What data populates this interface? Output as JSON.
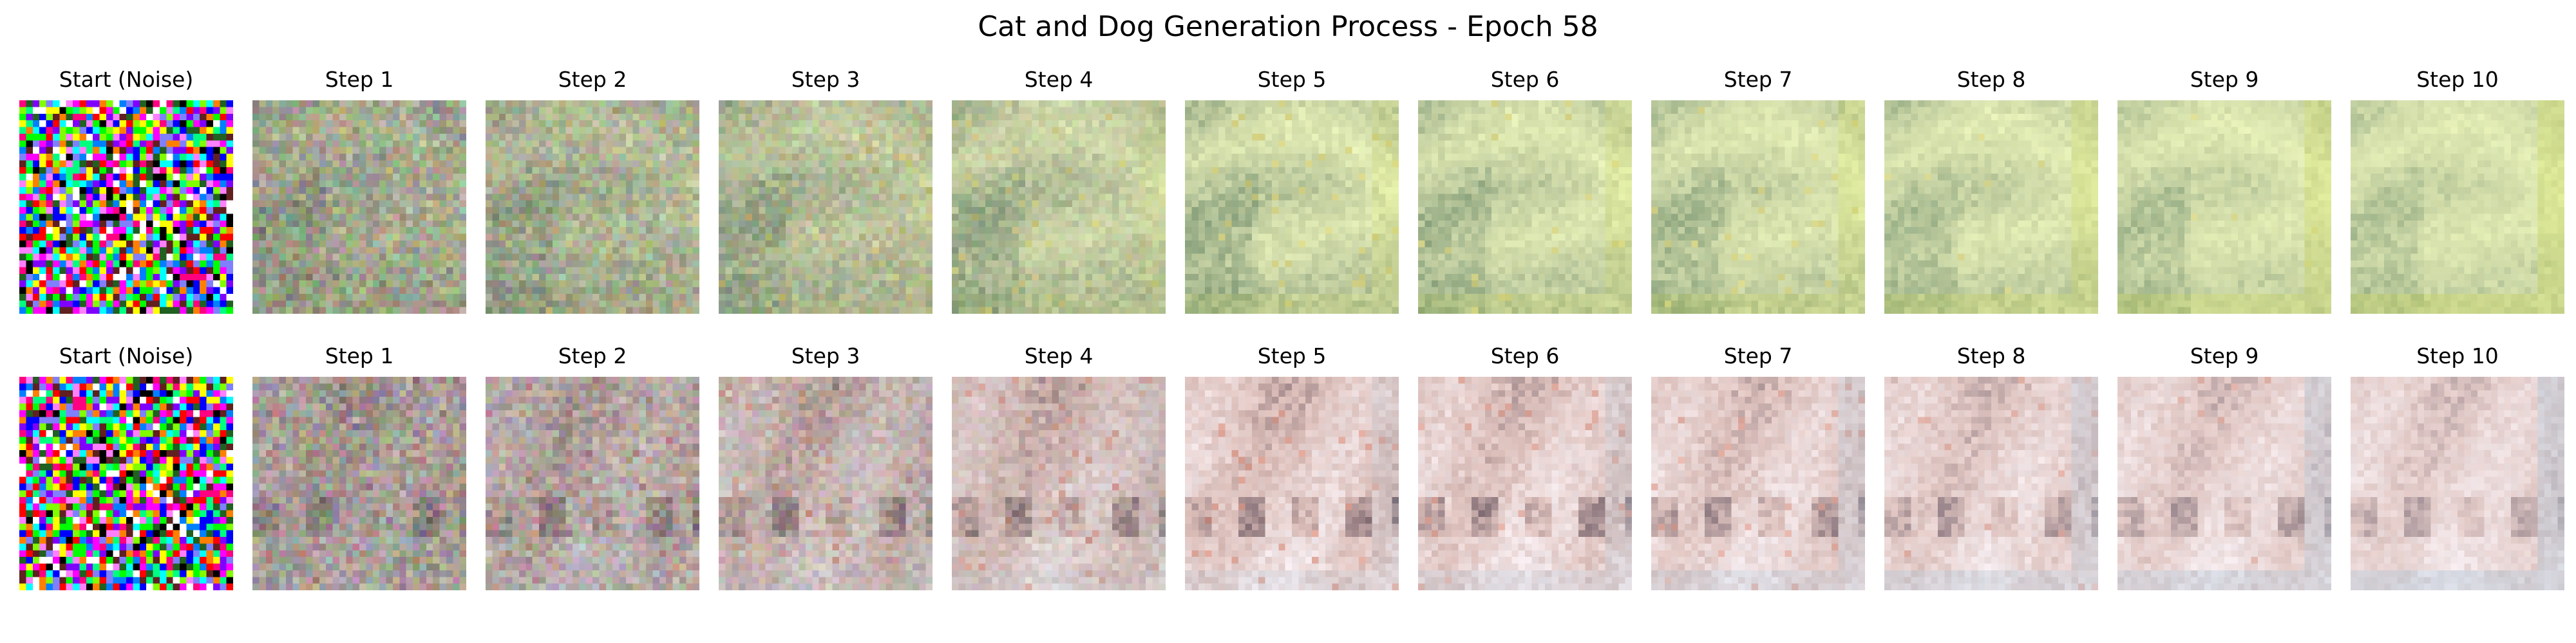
{
  "figure": {
    "title": "Cat and Dog Generation Process - Epoch 58"
  },
  "rows": [
    {
      "panels": [
        {
          "label": "Start (Noise)",
          "kind": "noise",
          "denoise_progress": 0.0
        },
        {
          "label": "Step 1",
          "kind": "generated",
          "denoise_progress": 0.1
        },
        {
          "label": "Step 2",
          "kind": "generated",
          "denoise_progress": 0.2
        },
        {
          "label": "Step 3",
          "kind": "generated",
          "denoise_progress": 0.3
        },
        {
          "label": "Step 4",
          "kind": "generated",
          "denoise_progress": 0.4
        },
        {
          "label": "Step 5",
          "kind": "generated",
          "denoise_progress": 0.5
        },
        {
          "label": "Step 6",
          "kind": "generated",
          "denoise_progress": 0.6
        },
        {
          "label": "Step 7",
          "kind": "generated",
          "denoise_progress": 0.7
        },
        {
          "label": "Step 8",
          "kind": "generated",
          "denoise_progress": 0.8
        },
        {
          "label": "Step 9",
          "kind": "generated",
          "denoise_progress": 0.9
        },
        {
          "label": "Step 10",
          "kind": "generated",
          "denoise_progress": 1.0
        }
      ],
      "palette": {
        "muted_start": "#8a8a80",
        "mid_tone": "#b8c49a",
        "highlight": "#e8f2b8",
        "shadow": "#3e6650",
        "accent": "#d8c65a",
        "edge_tint": "#c9d65a"
      }
    },
    {
      "panels": [
        {
          "label": "Start (Noise)",
          "kind": "noise",
          "denoise_progress": 0.0
        },
        {
          "label": "Step 1",
          "kind": "generated",
          "denoise_progress": 0.1
        },
        {
          "label": "Step 2",
          "kind": "generated",
          "denoise_progress": 0.2
        },
        {
          "label": "Step 3",
          "kind": "generated",
          "denoise_progress": 0.3
        },
        {
          "label": "Step 4",
          "kind": "generated",
          "denoise_progress": 0.4
        },
        {
          "label": "Step 5",
          "kind": "generated",
          "denoise_progress": 0.5
        },
        {
          "label": "Step 6",
          "kind": "generated",
          "denoise_progress": 0.6
        },
        {
          "label": "Step 7",
          "kind": "generated",
          "denoise_progress": 0.7
        },
        {
          "label": "Step 8",
          "kind": "generated",
          "denoise_progress": 0.8
        },
        {
          "label": "Step 9",
          "kind": "generated",
          "denoise_progress": 0.9
        },
        {
          "label": "Step 10",
          "kind": "generated",
          "denoise_progress": 1.0
        }
      ],
      "palette": {
        "muted_start": "#80807c",
        "mid_tone": "#d4b0a8",
        "highlight": "#f3e9ec",
        "shadow": "#4a3440",
        "accent": "#d9785e",
        "edge_tint": "#a8c4d8"
      }
    }
  ]
}
